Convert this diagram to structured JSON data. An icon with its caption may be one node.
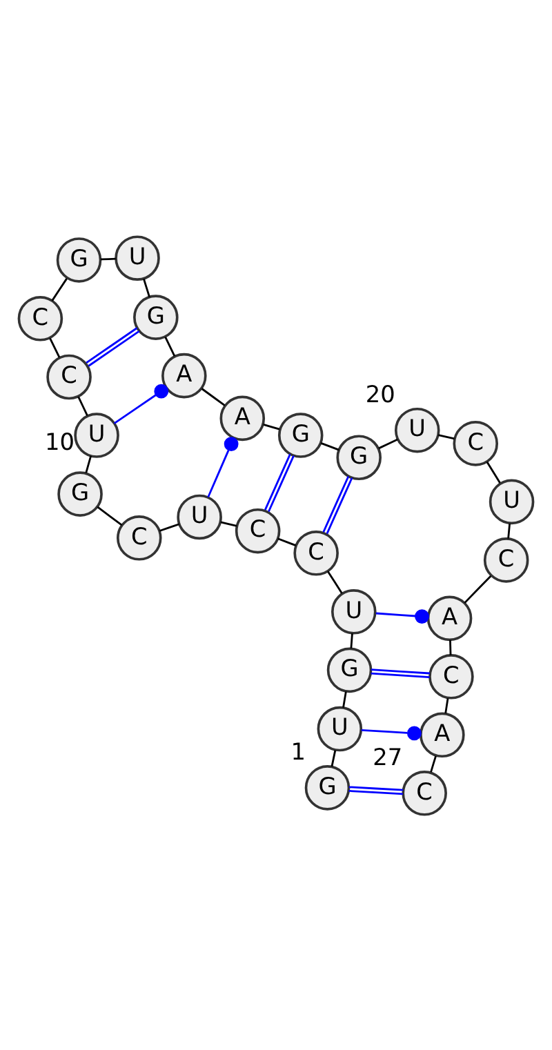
{
  "diagram": {
    "nodes": [
      {
        "text": [
          "G"
        ],
        "beside": [
          "1"
        ]
      },
      {
        "text": [
          "U"
        ]
      },
      {
        "text": [
          "G"
        ]
      },
      {
        "text": [
          "U"
        ]
      },
      {
        "text": [
          "C"
        ]
      },
      {
        "text": [
          "C"
        ]
      },
      {
        "text": [
          "U"
        ]
      },
      {
        "text": [
          "C"
        ]
      },
      {
        "text": [
          "G"
        ]
      },
      {
        "text": [
          "U"
        ],
        "beside": [
          "10"
        ]
      },
      {
        "text": [
          "C"
        ]
      },
      {
        "text": [
          "C"
        ]
      },
      {
        "text": [
          "G"
        ]
      },
      {
        "text": [
          "U"
        ]
      },
      {
        "text": [
          "G"
        ]
      },
      {
        "text": [
          "A"
        ]
      },
      {
        "text": [
          "A"
        ]
      },
      {
        "text": [
          "G"
        ]
      },
      {
        "text": [
          "G"
        ]
      },
      {
        "text": [
          "U"
        ],
        "beside": [
          "20"
        ]
      },
      {
        "text": [
          "C"
        ]
      },
      {
        "text": [
          "U"
        ]
      },
      {
        "text": [
          "C"
        ]
      },
      {
        "text": [
          "A"
        ]
      },
      {
        "text": [
          "C"
        ]
      },
      {
        "text": [
          "A"
        ]
      },
      {
        "text": [
          "C"
        ],
        "beside": [
          "27"
        ]
      }
    ],
    "edges": [
      {
        "from": 0,
        "to": 1,
        "arrow": "none"
      },
      {
        "from": 1,
        "to": 2,
        "arrow": "none"
      },
      {
        "from": 2,
        "to": 3,
        "arrow": "none"
      },
      {
        "from": 3,
        "to": 4,
        "arrow": "none"
      },
      {
        "from": 4,
        "to": 5,
        "arrow": "none"
      },
      {
        "from": 5,
        "to": 6,
        "arrow": "none"
      },
      {
        "from": 6,
        "to": 7,
        "arrow": "none"
      },
      {
        "from": 7,
        "to": 8,
        "arrow": "none"
      },
      {
        "from": 8,
        "to": 9,
        "arrow": "none"
      },
      {
        "from": 9,
        "to": 10,
        "arrow": "none"
      },
      {
        "from": 10,
        "to": 11,
        "arrow": "none"
      },
      {
        "from": 11,
        "to": 12,
        "arrow": "none"
      },
      {
        "from": 12,
        "to": 13,
        "arrow": "none"
      },
      {
        "from": 13,
        "to": 14,
        "arrow": "none"
      },
      {
        "from": 14,
        "to": 15,
        "arrow": "none"
      },
      {
        "from": 15,
        "to": 16,
        "arrow": "none"
      },
      {
        "from": 16,
        "to": 17,
        "arrow": "none"
      },
      {
        "from": 17,
        "to": 18,
        "arrow": "none"
      },
      {
        "from": 18,
        "to": 19,
        "arrow": "none"
      },
      {
        "from": 19,
        "to": 20,
        "arrow": "none"
      },
      {
        "from": 20,
        "to": 21,
        "arrow": "none"
      },
      {
        "from": 21,
        "to": 22,
        "arrow": "none"
      },
      {
        "from": 22,
        "to": 23,
        "arrow": "none"
      },
      {
        "from": 23,
        "to": 24,
        "arrow": "none"
      },
      {
        "from": 24,
        "to": 25,
        "arrow": "none"
      },
      {
        "from": 25,
        "to": 26,
        "arrow": "none"
      },
      {
        "from": 0,
        "to": 26,
        "arrow": "none",
        "color": "#0000ff"
      },
      {
        "from": 1,
        "to": 25,
        "arrow": "other",
        "color": "#0000ff"
      },
      {
        "from": 2,
        "to": 24,
        "arrow": "none",
        "color": "#0000ff"
      },
      {
        "from": 3,
        "to": 23,
        "arrow": "other",
        "color": "#0000ff"
      },
      {
        "from": 4,
        "to": 18,
        "arrow": "none",
        "color": "#0000ff"
      },
      {
        "from": 5,
        "to": 17,
        "arrow": "none",
        "color": "#0000ff"
      },
      {
        "from": 6,
        "to": 16,
        "arrow": "other",
        "color": "#0000ff"
      },
      {
        "from": 9,
        "to": 15,
        "arrow": "other",
        "color": "#0000ff"
      },
      {
        "from": 10,
        "to": 14,
        "arrow": "none",
        "color": "#0000ff"
      }
    ]
  }
}
